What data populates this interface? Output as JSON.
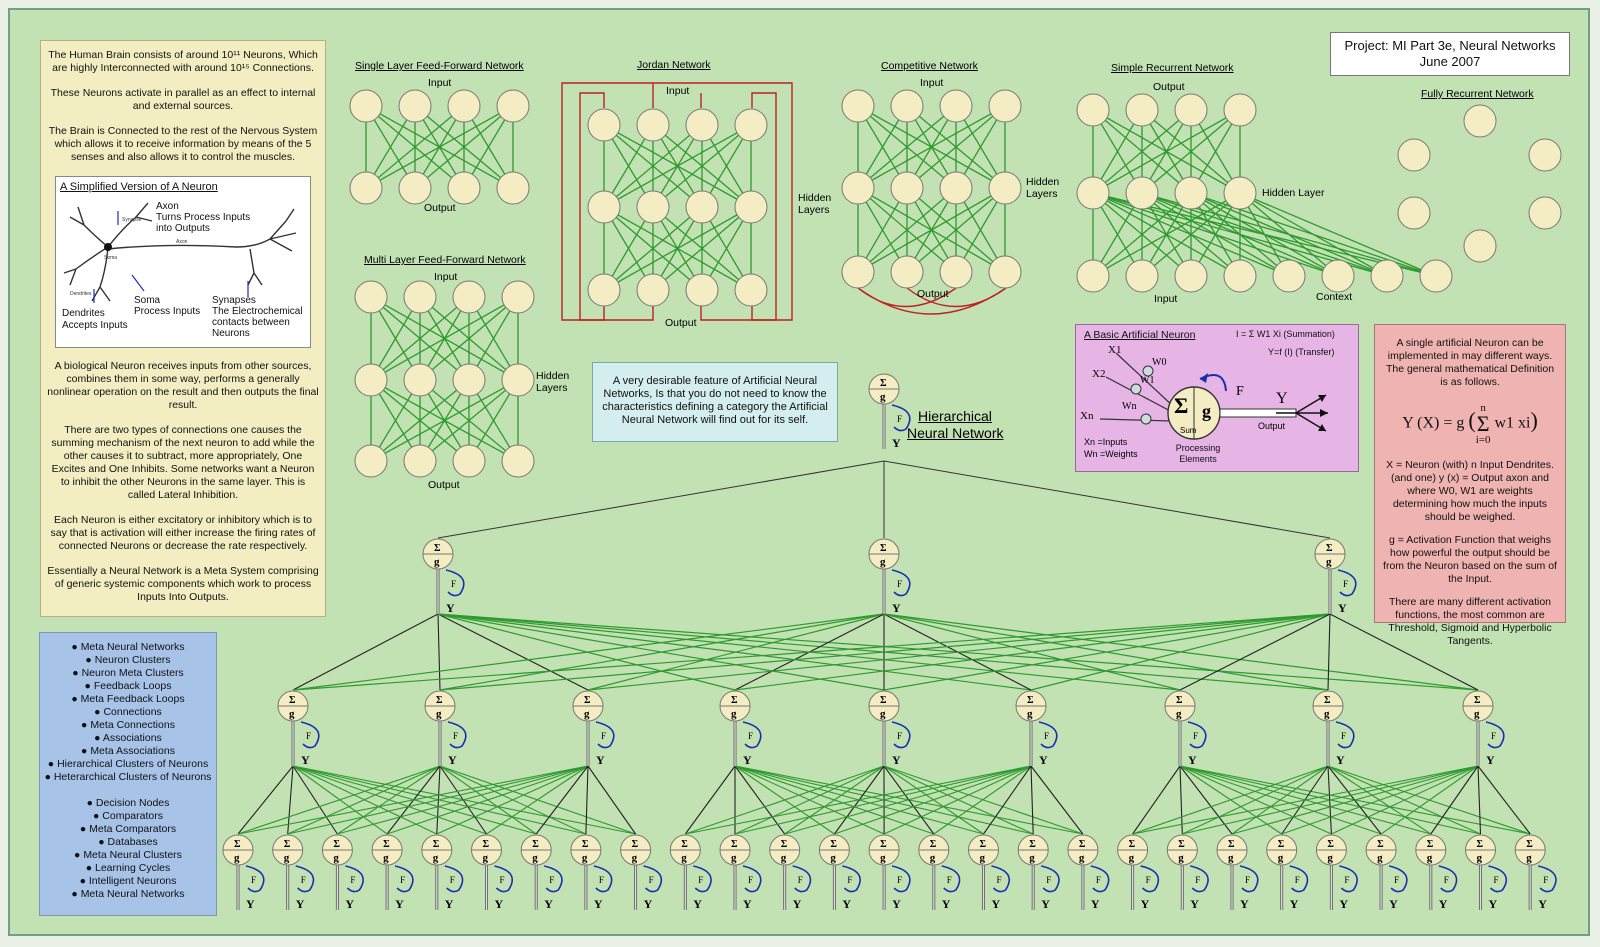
{
  "title_box": {
    "line1": "Project:  MI Part 3e, Neural Networks",
    "line2": "June 2007"
  },
  "intro": {
    "p1": "The Human Brain consists of around 10¹¹ Neurons, Which are highly Interconnected with around 10¹⁵ Connections.",
    "p2": "These Neurons activate in parallel as an effect to internal and external sources.",
    "p3": "The Brain is Connected to the rest of the Nervous System which allows it to receive information by means of the 5 senses and also allows it to control the muscles.",
    "p4": "A biological Neuron receives inputs from other sources, combines them in some way, performs a generally nonlinear operation on the result and then outputs the final result.",
    "p5": "There are two types of connections one causes the summing mechanism of the next neuron to add while the other causes it to subtract, more appropriately, One Excites and One Inhibits. Some networks want a Neuron to inhibit the other Neurons in the same layer. This is called Lateral Inhibition.",
    "p6": "Each Neuron is either excitatory or inhibitory which is to say that is activation will either increase the firing rates of connected Neurons or decrease the rate respectively.",
    "p7": "Essentially a Neural Network is a Meta System comprising of generic systemic components which work to process Inputs Into Outputs."
  },
  "neuron_diagram": {
    "title": "A Simplified Version of A Neuron",
    "axon": "Axon",
    "axon_desc": "Turns Process Inputs into Outputs",
    "soma": "Soma",
    "soma_desc": "Process Inputs",
    "dendrites": "Dendrites",
    "dendrites_desc": "Accepts Inputs",
    "synapses": "Synapses",
    "synapses_desc": "The Electrochemical contacts between Neurons",
    "tiny_synapse": "Synapse",
    "tiny_soma": "Soma",
    "tiny_axon": "Axon",
    "tiny_dendrites": "Dendrites"
  },
  "list": {
    "group1": [
      "Meta Neural Networks",
      "Neuron Clusters",
      "Neuron Meta Clusters",
      "Feedback Loops",
      "Meta Feedback Loops",
      "Connections",
      "Meta Connections",
      "Associations",
      "Meta Associations",
      "Hierarchical Clusters of Neurons",
      "Heterarchical Clusters of Neurons"
    ],
    "group2": [
      "Decision Nodes",
      "Comparators",
      "Meta Comparators",
      "Databases",
      "Meta Neural Clusters",
      "Learning Cycles",
      "Intelligent Neurons",
      "Meta Neural Networks"
    ]
  },
  "networks": {
    "single_layer": {
      "title": "Single Layer Feed-Forward Network",
      "input": "Input",
      "output": "Output"
    },
    "multi_layer": {
      "title": "Multi Layer Feed-Forward Network",
      "input": "Input",
      "hidden": "Hidden Layers",
      "output": "Output"
    },
    "jordan": {
      "title": "Jordan Network",
      "input": "Input",
      "hidden": "Hidden Layers",
      "output": "Output"
    },
    "competitive": {
      "title": "Competitive Network",
      "input": "Input",
      "hidden": "Hidden Layers",
      "output": "Output"
    },
    "simple_recurrent": {
      "title": "Simple Recurrent Network",
      "output": "Output",
      "hidden": "Hidden Layer",
      "input": "Input",
      "context": "Context"
    },
    "fully_recurrent": {
      "title": "Fully Recurrent Network"
    }
  },
  "desirable": "A very desirable feature of Artificial Neural Networks, Is that you do not need to know the characteristics defining a category the Artificial Neural Network will find out for its self.",
  "basic_neuron": {
    "title": "A Basic Artificial Neuron",
    "summation": "I = Σ W1 Xi  (Summation)",
    "transfer": "Y=f (I)  (Transfer)",
    "x1": "X1",
    "x2": "X2",
    "xn": "Xn",
    "w0": "W0",
    "w1": "W1",
    "wn": "Wn",
    "sum": "Sum",
    "g": "g",
    "F": "F",
    "Y": "Y",
    "output": "Output",
    "inputs_legend": "Xn =Inputs",
    "weights_legend": "Wn =Weights",
    "processing": "Processing Elements"
  },
  "definition": {
    "p1": "A single artificial Neuron can be implemented in may different ways. The general mathematical Definition is as follows.",
    "formula_lhs": "Y (X) = g",
    "formula_top": "n",
    "formula_bottom": "i=0",
    "formula_term": "w1 xi",
    "p2": "X = Neuron (with) n Input Dendrites. (and one) y (x) = Output axon and where W0, W1 are weights determining how much the inputs should be weighed.",
    "p3": "g = Activation Function that weighs how powerful the output should be from the Neuron based on the sum of the Input.",
    "p4": "There are many different activation functions, the most common are Threshold, Sigmoid and Hyperbolic Tangents."
  },
  "hierarchy": {
    "label_line1": "Hierarchical",
    "label_line2": "Neural Network",
    "sigma": "Σ",
    "g": "g",
    "F": "F",
    "Y": "Y",
    "levels": [
      1,
      3,
      9,
      27
    ]
  },
  "colors": {
    "frame_bg": "#c2e2b4",
    "node_fill": "#f4edc3",
    "link_green": "#2e9a2e",
    "feedback_red": "#c02020",
    "feedback_blue": "#1a2fb0"
  }
}
